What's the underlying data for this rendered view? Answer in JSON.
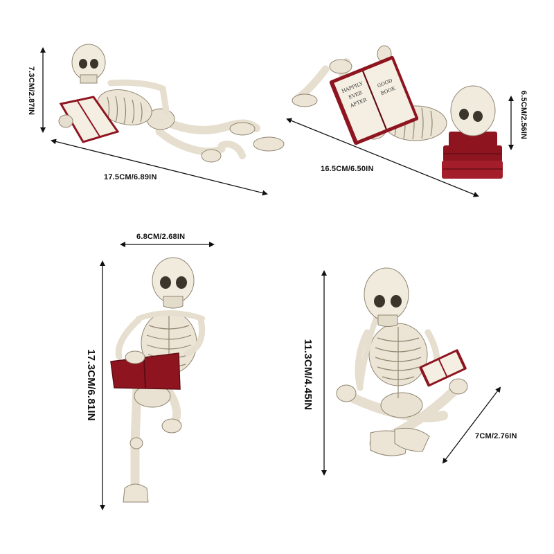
{
  "colors": {
    "bone": "#efe8da",
    "bone_shade": "#c9bfa9",
    "bone_dark": "#8f8572",
    "book_red": "#8e1520",
    "book_red_dark": "#5e0c13",
    "page": "#f4efe2",
    "arrow": "#111111"
  },
  "figures": [
    {
      "pose": "lying-on-side-reading",
      "dimensions": {
        "height": "7.3CM/2.87IN",
        "length": "17.5CM/6.89IN"
      }
    },
    {
      "pose": "lying-on-back-reading-on-books",
      "dimensions": {
        "height": "6.5CM/2.56IN",
        "length": "16.5CM/6.50IN"
      },
      "book_text": [
        "HAPPILY",
        "EVER",
        "AFTER",
        "GOOD",
        "BOOK"
      ]
    },
    {
      "pose": "sitting-on-edge-holding-book",
      "dimensions": {
        "width": "6.8CM/2.68IN",
        "height": "17.3CM/6.81IN"
      }
    },
    {
      "pose": "cross-legged-thinking-reading",
      "dimensions": {
        "height": "11.3CM/4.45IN",
        "depth": "7CM/2.76IN"
      }
    }
  ]
}
